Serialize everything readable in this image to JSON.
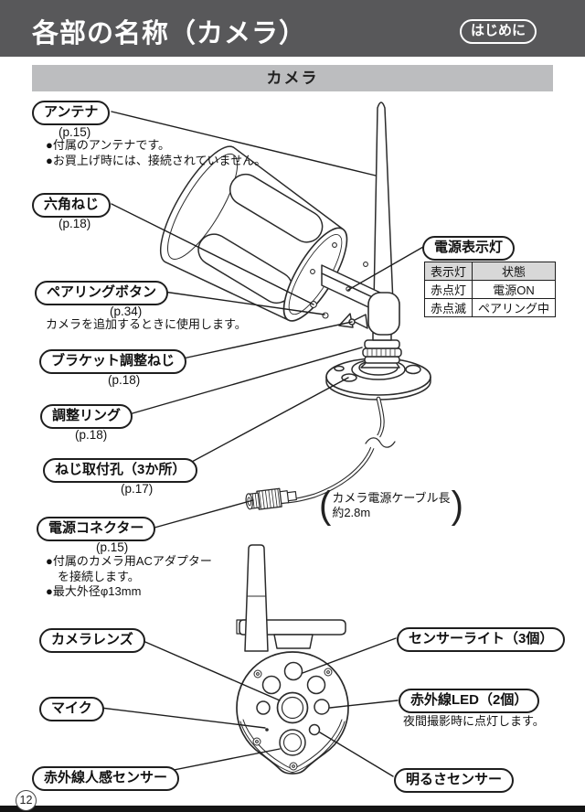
{
  "header": {
    "title": "各部の名称（カメラ）",
    "badge": "はじめに"
  },
  "section": {
    "title": "カメラ"
  },
  "callouts": {
    "antenna": {
      "label": "アンテナ",
      "page_ref": "(p.15)",
      "notes": [
        "●付属のアンテナです。",
        "●お買上げ時には、接続されていません。"
      ]
    },
    "hex_screw": {
      "label": "六角ねじ",
      "page_ref": "(p.18)"
    },
    "power_led": {
      "label": "電源表示灯"
    },
    "pairing_button": {
      "label": "ペアリングボタン",
      "page_ref": "(p.34)",
      "note": "カメラを追加するときに使用します。"
    },
    "bracket_screw": {
      "label": "ブラケット調整ねじ",
      "page_ref": "(p.18)"
    },
    "adjust_ring": {
      "label": "調整リング",
      "page_ref": "(p.18)"
    },
    "screw_holes": {
      "label": "ねじ取付孔（3か所）",
      "page_ref": "(p.17)"
    },
    "power_connector": {
      "label": "電源コネクター",
      "page_ref": "(p.15)",
      "notes": [
        "●付属のカメラ用ACアダプター",
        "を接続します。",
        "●最大外径φ13mm"
      ]
    },
    "camera_lens": {
      "label": "カメラレンズ"
    },
    "mic": {
      "label": "マイク"
    },
    "pir_sensor": {
      "label": "赤外線人感センサー"
    },
    "sensor_light": {
      "label": "センサーライト（3個）"
    },
    "ir_led": {
      "label": "赤外線LED（2個）",
      "note": "夜間撮影時に点灯します。"
    },
    "brightness_sensor": {
      "label": "明るさセンサー"
    }
  },
  "led_table": {
    "headers": [
      "表示灯",
      "状態"
    ],
    "rows": [
      [
        "赤点灯",
        "電源ON"
      ],
      [
        "赤点滅",
        "ペアリング中"
      ]
    ]
  },
  "cable_note": {
    "line1": "カメラ電源ケーブル長",
    "line2": "約2.8m"
  },
  "footer": {
    "page_number": "12"
  },
  "colors": {
    "header_bg": "#58585a",
    "section_bg": "#bcbdbf",
    "table_header_bg": "#d8d8d8",
    "line_art": "#2b2b2b"
  }
}
